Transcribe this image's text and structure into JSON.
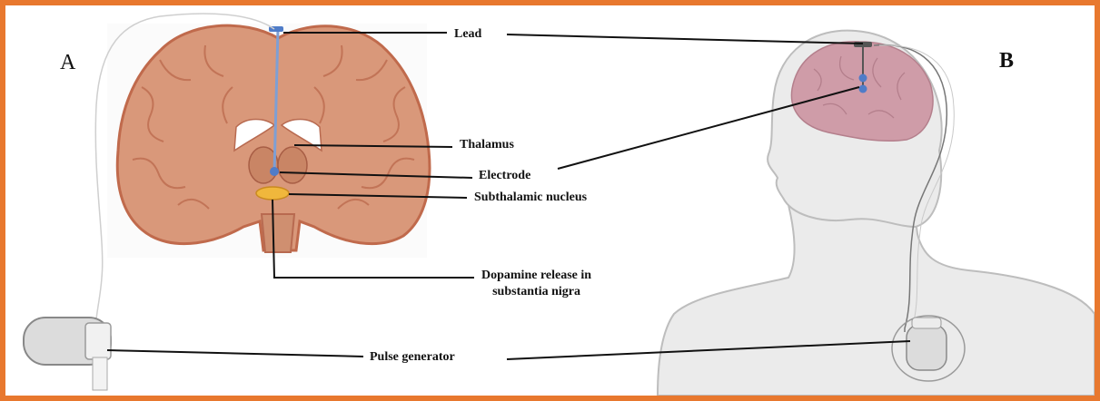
{
  "panels": {
    "a": "A",
    "b": "B"
  },
  "labels": {
    "lead": "Lead",
    "thalamus": "Thalamus",
    "electrode": "Electrode",
    "subthalamic_nucleus": "Subthalamic nucleus",
    "dopamine_line1": "Dopamine release in",
    "dopamine_line2": "substantia nigra",
    "pulse_generator": "Pulse generator"
  },
  "colors": {
    "frame": "#e8782e",
    "brain_tissue": "#d9987a",
    "brain_outline": "#c06a4c",
    "head_brain": "#cf9ca8",
    "body_skin": "#ebebeb",
    "lead_wire": "#7e9fd4",
    "nucleus": "#f0b73c"
  }
}
